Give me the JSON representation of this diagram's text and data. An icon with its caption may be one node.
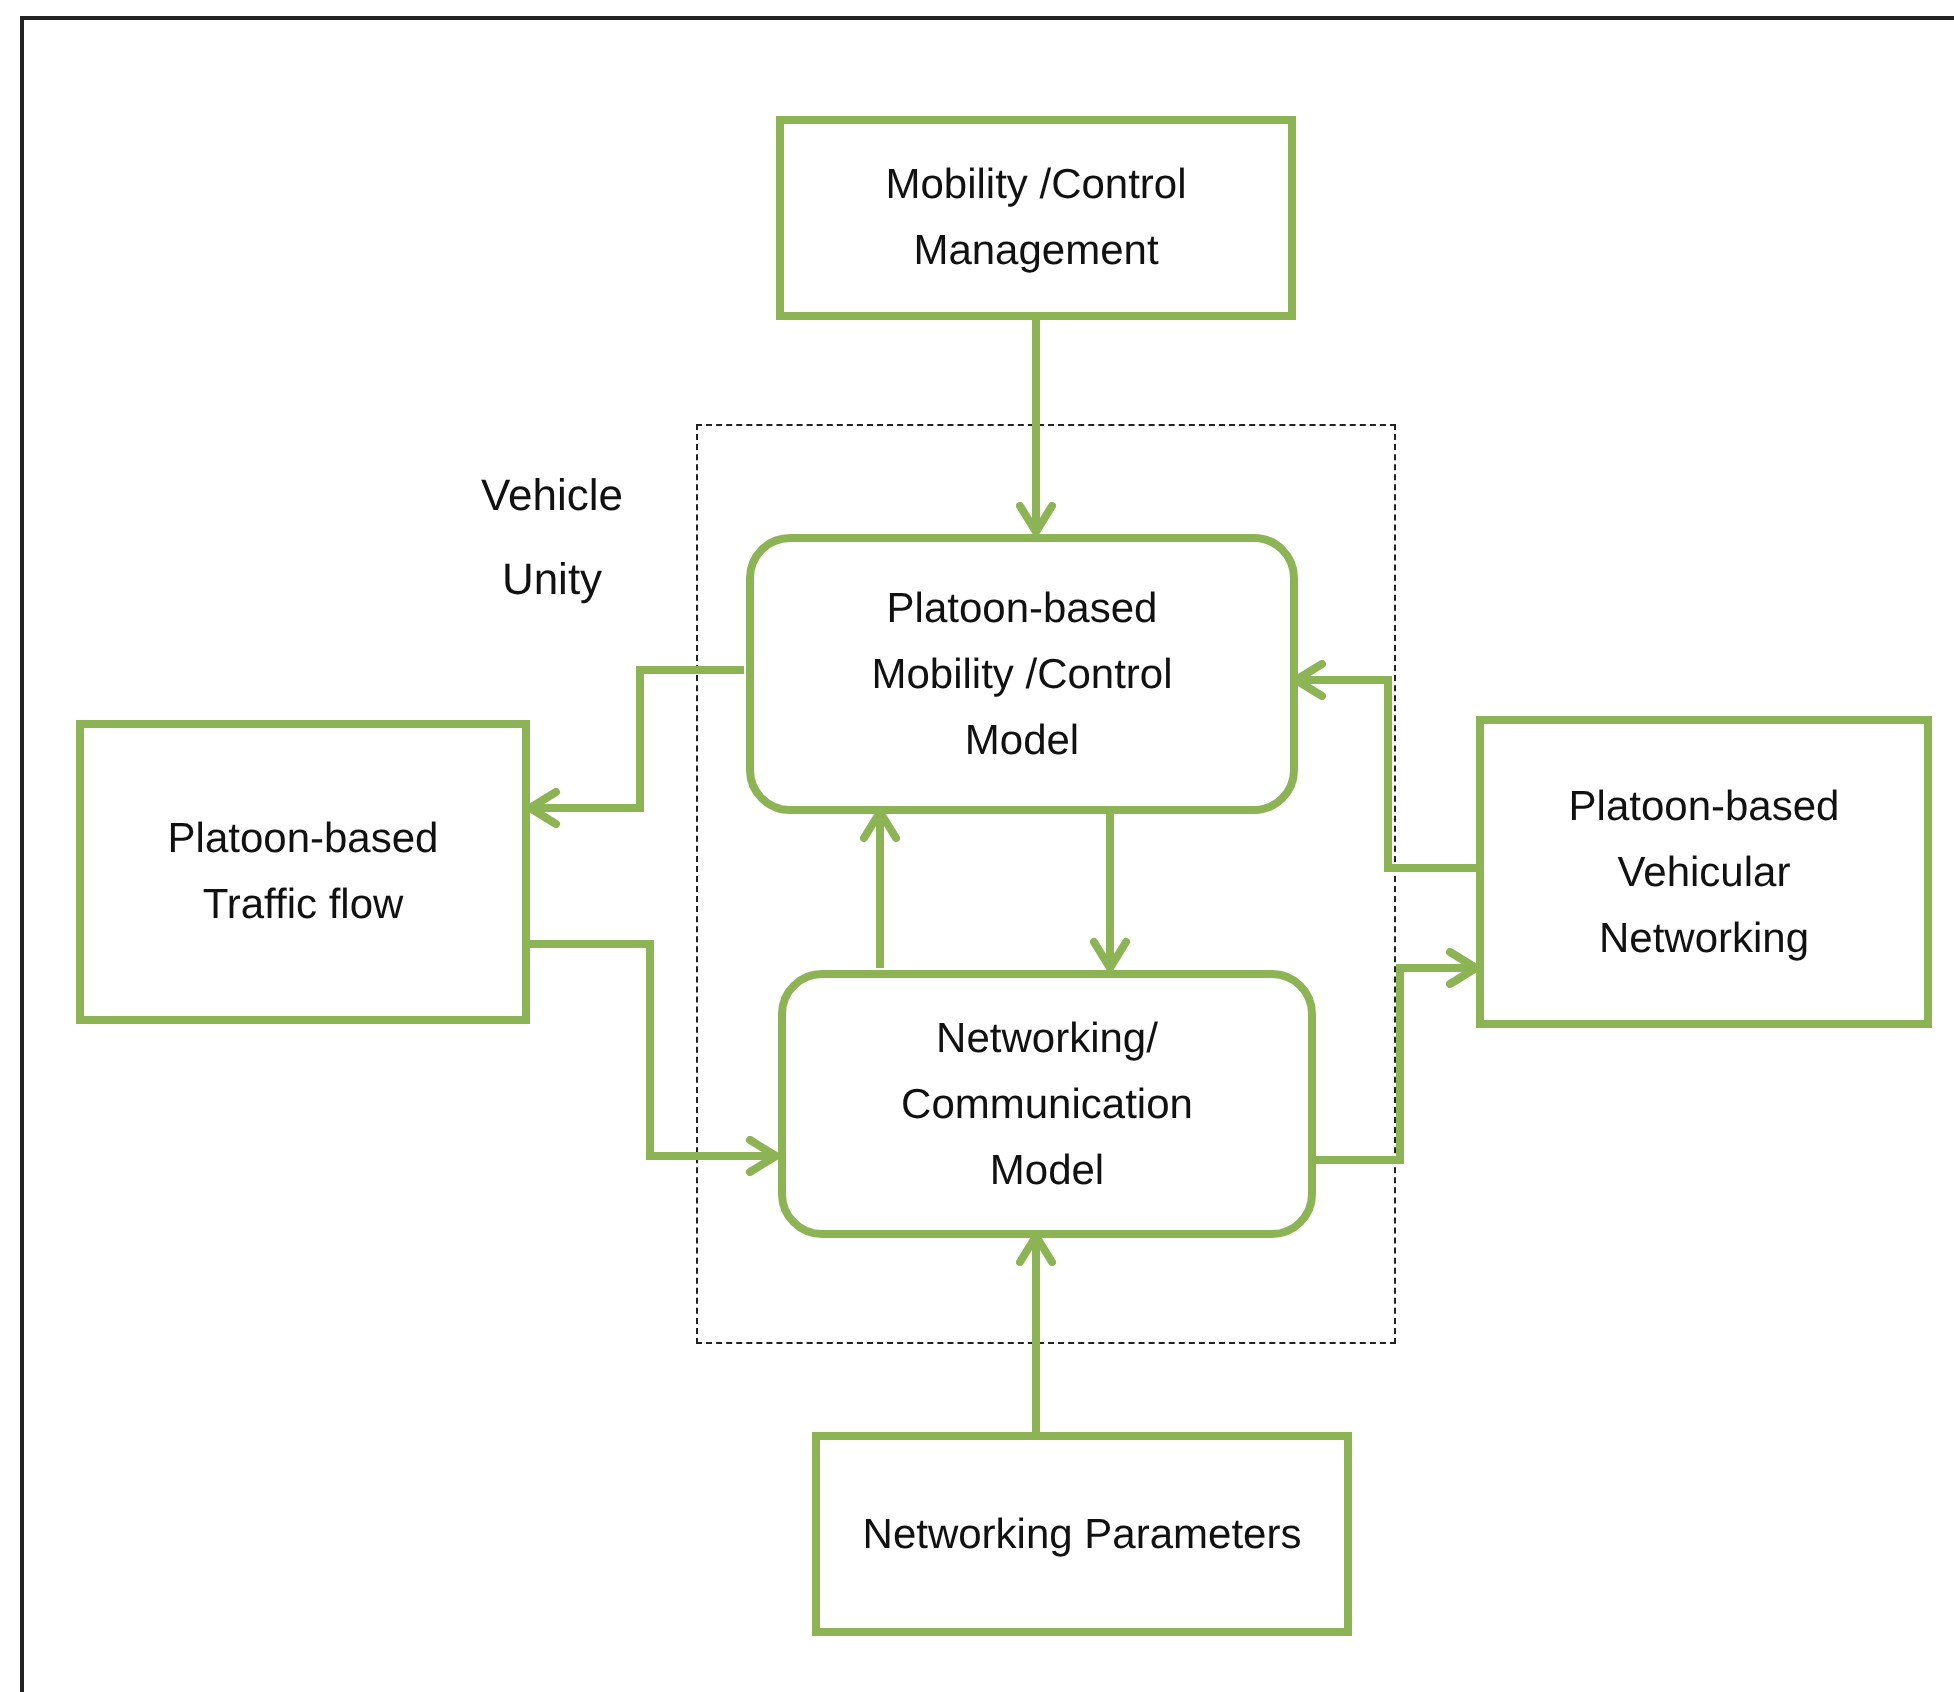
{
  "diagram": {
    "nodes": [
      {
        "text": [
          "Mobility /Control Management"
        ]
      },
      {
        "text": [
          "Vehicle Unity"
        ]
      },
      {
        "text": [
          "Platoon-based Mobility /Control Model"
        ],
        "in": 1
      },
      {
        "text": [
          "Platoon-based Traffic flow"
        ]
      },
      {
        "text": [
          "Platoon-based Vehicular Networking"
        ]
      },
      {
        "text": [
          "Networking/ Communication Model"
        ],
        "in": 1
      },
      {
        "text": [
          "Networking Parameters"
        ]
      }
    ],
    "edges": [
      {
        "from": 0,
        "to": 2,
        "arrow": "to"
      },
      {
        "from": 2,
        "to": 3,
        "arrow": "to"
      },
      {
        "from": 3,
        "to": 5,
        "arrow": "to"
      },
      {
        "from": 5,
        "to": 2,
        "arrow": "to"
      },
      {
        "from": 2,
        "to": 5,
        "arrow": "to"
      },
      {
        "from": 4,
        "to": 2,
        "arrow": "to"
      },
      {
        "from": 5,
        "to": 4,
        "arrow": "to"
      },
      {
        "from": 6,
        "to": 5,
        "arrow": "to"
      }
    ]
  }
}
